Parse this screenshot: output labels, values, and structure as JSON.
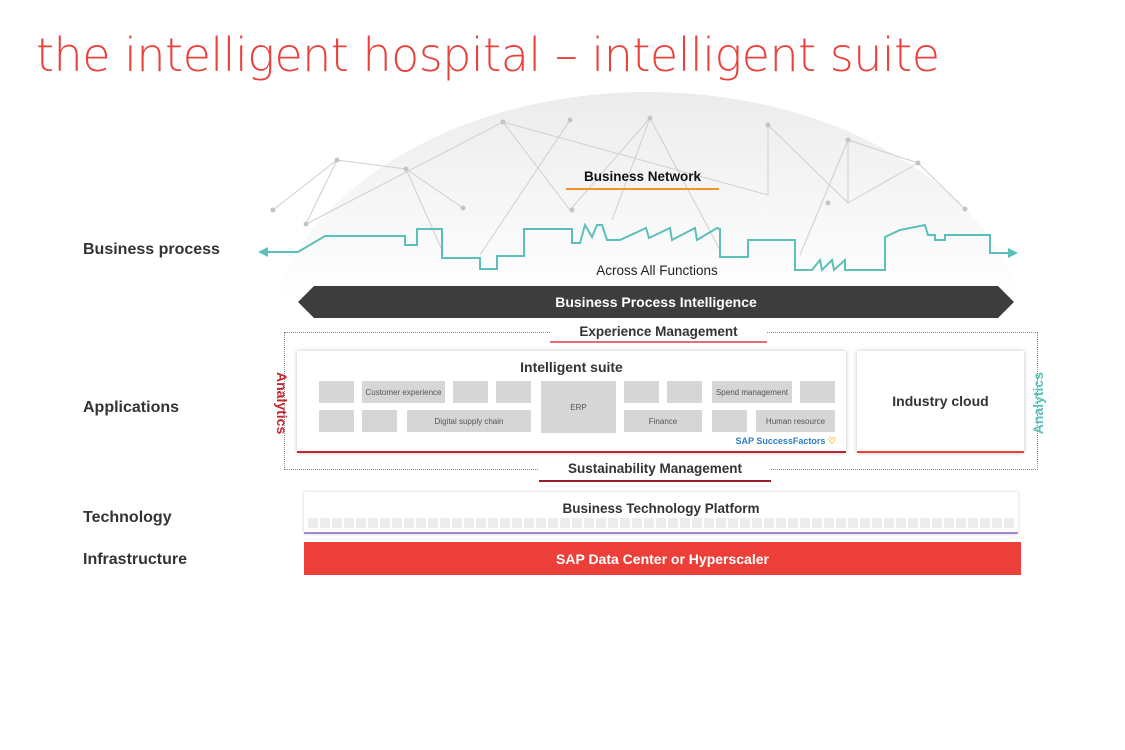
{
  "title": "the intelligent hospital – intelligent suite",
  "rows": {
    "business_process": "Business process",
    "applications": "Applications",
    "technology": "Technology",
    "infrastructure": "Infrastructure"
  },
  "business_network": "Business Network",
  "across": "Across All Functions",
  "bpi": "Business Process Intelligence",
  "experience": "Experience Management",
  "suite": {
    "title": "Intelligent suite",
    "customer": "Customer experience",
    "supply": "Digital supply chain",
    "erp": "ERP",
    "finance": "Finance",
    "spend": "Spend management",
    "hr": "Human resource",
    "successfactors": "SAP SuccessFactors"
  },
  "industry_cloud": "Industry cloud",
  "analytics_left": "Analytics",
  "analytics_right": "Analytics",
  "sustainability": "Sustainability Management",
  "btp": "Business Technology Platform",
  "datacenter": "SAP Data Center or Hyperscaler",
  "colors": {
    "accent": "#e8423b",
    "teal": "#5bc0b8",
    "orange": "#f0932b"
  }
}
